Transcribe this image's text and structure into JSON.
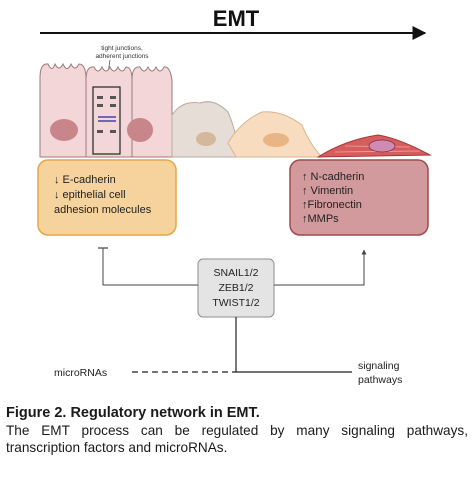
{
  "diagram": {
    "header": "EMT",
    "junction_label_line1": "tight junctions,",
    "junction_label_line2": "adherent junctions",
    "epithelial_markers": [
      "↓ E-cadherin",
      "↓ epithelial cell",
      "adhesion molecules"
    ],
    "mesenchymal_markers": [
      "↑ N-cadherin",
      "↑ Vimentin",
      "↑Fibronectin",
      "↑MMPs"
    ],
    "transcription_factors": [
      "SNAIL1/2",
      "ZEB1/2",
      "TWIST1/2"
    ],
    "microrna_label": "microRNAs",
    "signaling_line1": "signaling",
    "signaling_line2": "pathways",
    "colors": {
      "epithelial_box_fill": "#f6d39c",
      "epithelial_box_stroke": "#e3a74a",
      "mesenchymal_box_fill": "#d29a9c",
      "mesenchymal_box_stroke": "#a2494d",
      "tf_box_fill": "#e4e4e4",
      "cell_fill": "#f2d6d8",
      "nucleus_fill": "#c8868a",
      "transition_cell_1": "#e6ddd6",
      "transition_cell_2": "#f8dcc0",
      "mesenchymal_cell": "#d65d5d"
    }
  },
  "caption": {
    "title": "Figure 2. Regulatory network in EMT.",
    "body": "The EMT process can be regulated by many signaling pathways, transcription factors and microRNAs."
  }
}
